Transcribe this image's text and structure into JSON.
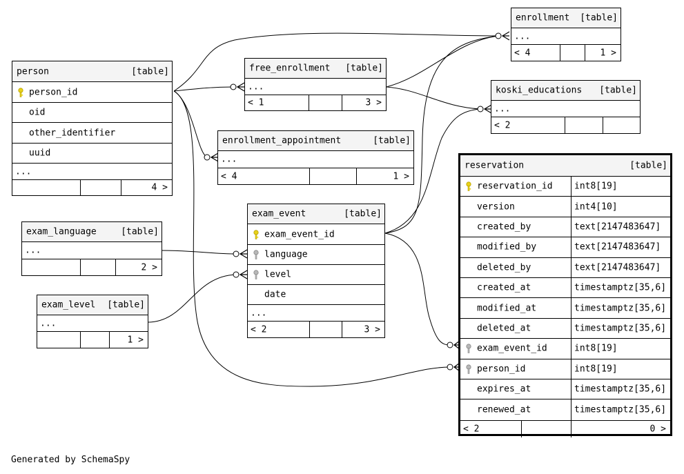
{
  "footer": "Generated by SchemaSpy",
  "table_kind": "[table]",
  "ellipsis": "...",
  "tables": {
    "enrollment": {
      "name": "enrollment",
      "left": "< 4",
      "right": "1 >"
    },
    "free_enrollment": {
      "name": "free_enrollment",
      "left": "< 1",
      "right": "3 >"
    },
    "koski_educations": {
      "name": "koski_educations",
      "left": "< 2",
      "right": ""
    },
    "person": {
      "name": "person",
      "columns": [
        "person_id",
        "oid",
        "other_identifier",
        "uuid"
      ],
      "left": "",
      "right": "4 >"
    },
    "enrollment_appointment": {
      "name": "enrollment_appointment",
      "left": "< 4",
      "right": "1 >"
    },
    "exam_language": {
      "name": "exam_language",
      "left": "",
      "right": "2 >"
    },
    "exam_level": {
      "name": "exam_level",
      "left": "",
      "right": "1 >"
    },
    "exam_event": {
      "name": "exam_event",
      "columns": [
        "exam_event_id",
        "language",
        "level",
        "date"
      ],
      "left": "< 2",
      "right": "3 >"
    },
    "reservation": {
      "name": "reservation",
      "columns": [
        {
          "name": "reservation_id",
          "type": "int8[19]"
        },
        {
          "name": "version",
          "type": "int4[10]"
        },
        {
          "name": "created_by",
          "type": "text[2147483647]"
        },
        {
          "name": "modified_by",
          "type": "text[2147483647]"
        },
        {
          "name": "deleted_by",
          "type": "text[2147483647]"
        },
        {
          "name": "created_at",
          "type": "timestamptz[35,6]"
        },
        {
          "name": "modified_at",
          "type": "timestamptz[35,6]"
        },
        {
          "name": "deleted_at",
          "type": "timestamptz[35,6]"
        },
        {
          "name": "exam_event_id",
          "type": "int8[19]"
        },
        {
          "name": "person_id",
          "type": "int8[19]"
        },
        {
          "name": "expires_at",
          "type": "timestamptz[35,6]"
        },
        {
          "name": "renewed_at",
          "type": "timestamptz[35,6]"
        }
      ],
      "left": "< 2",
      "right": "0 >"
    }
  },
  "colors": {
    "primary_key": "#e8d21a",
    "foreign_key": "#a8a8a8",
    "header_bg": "#f4f4f4"
  }
}
